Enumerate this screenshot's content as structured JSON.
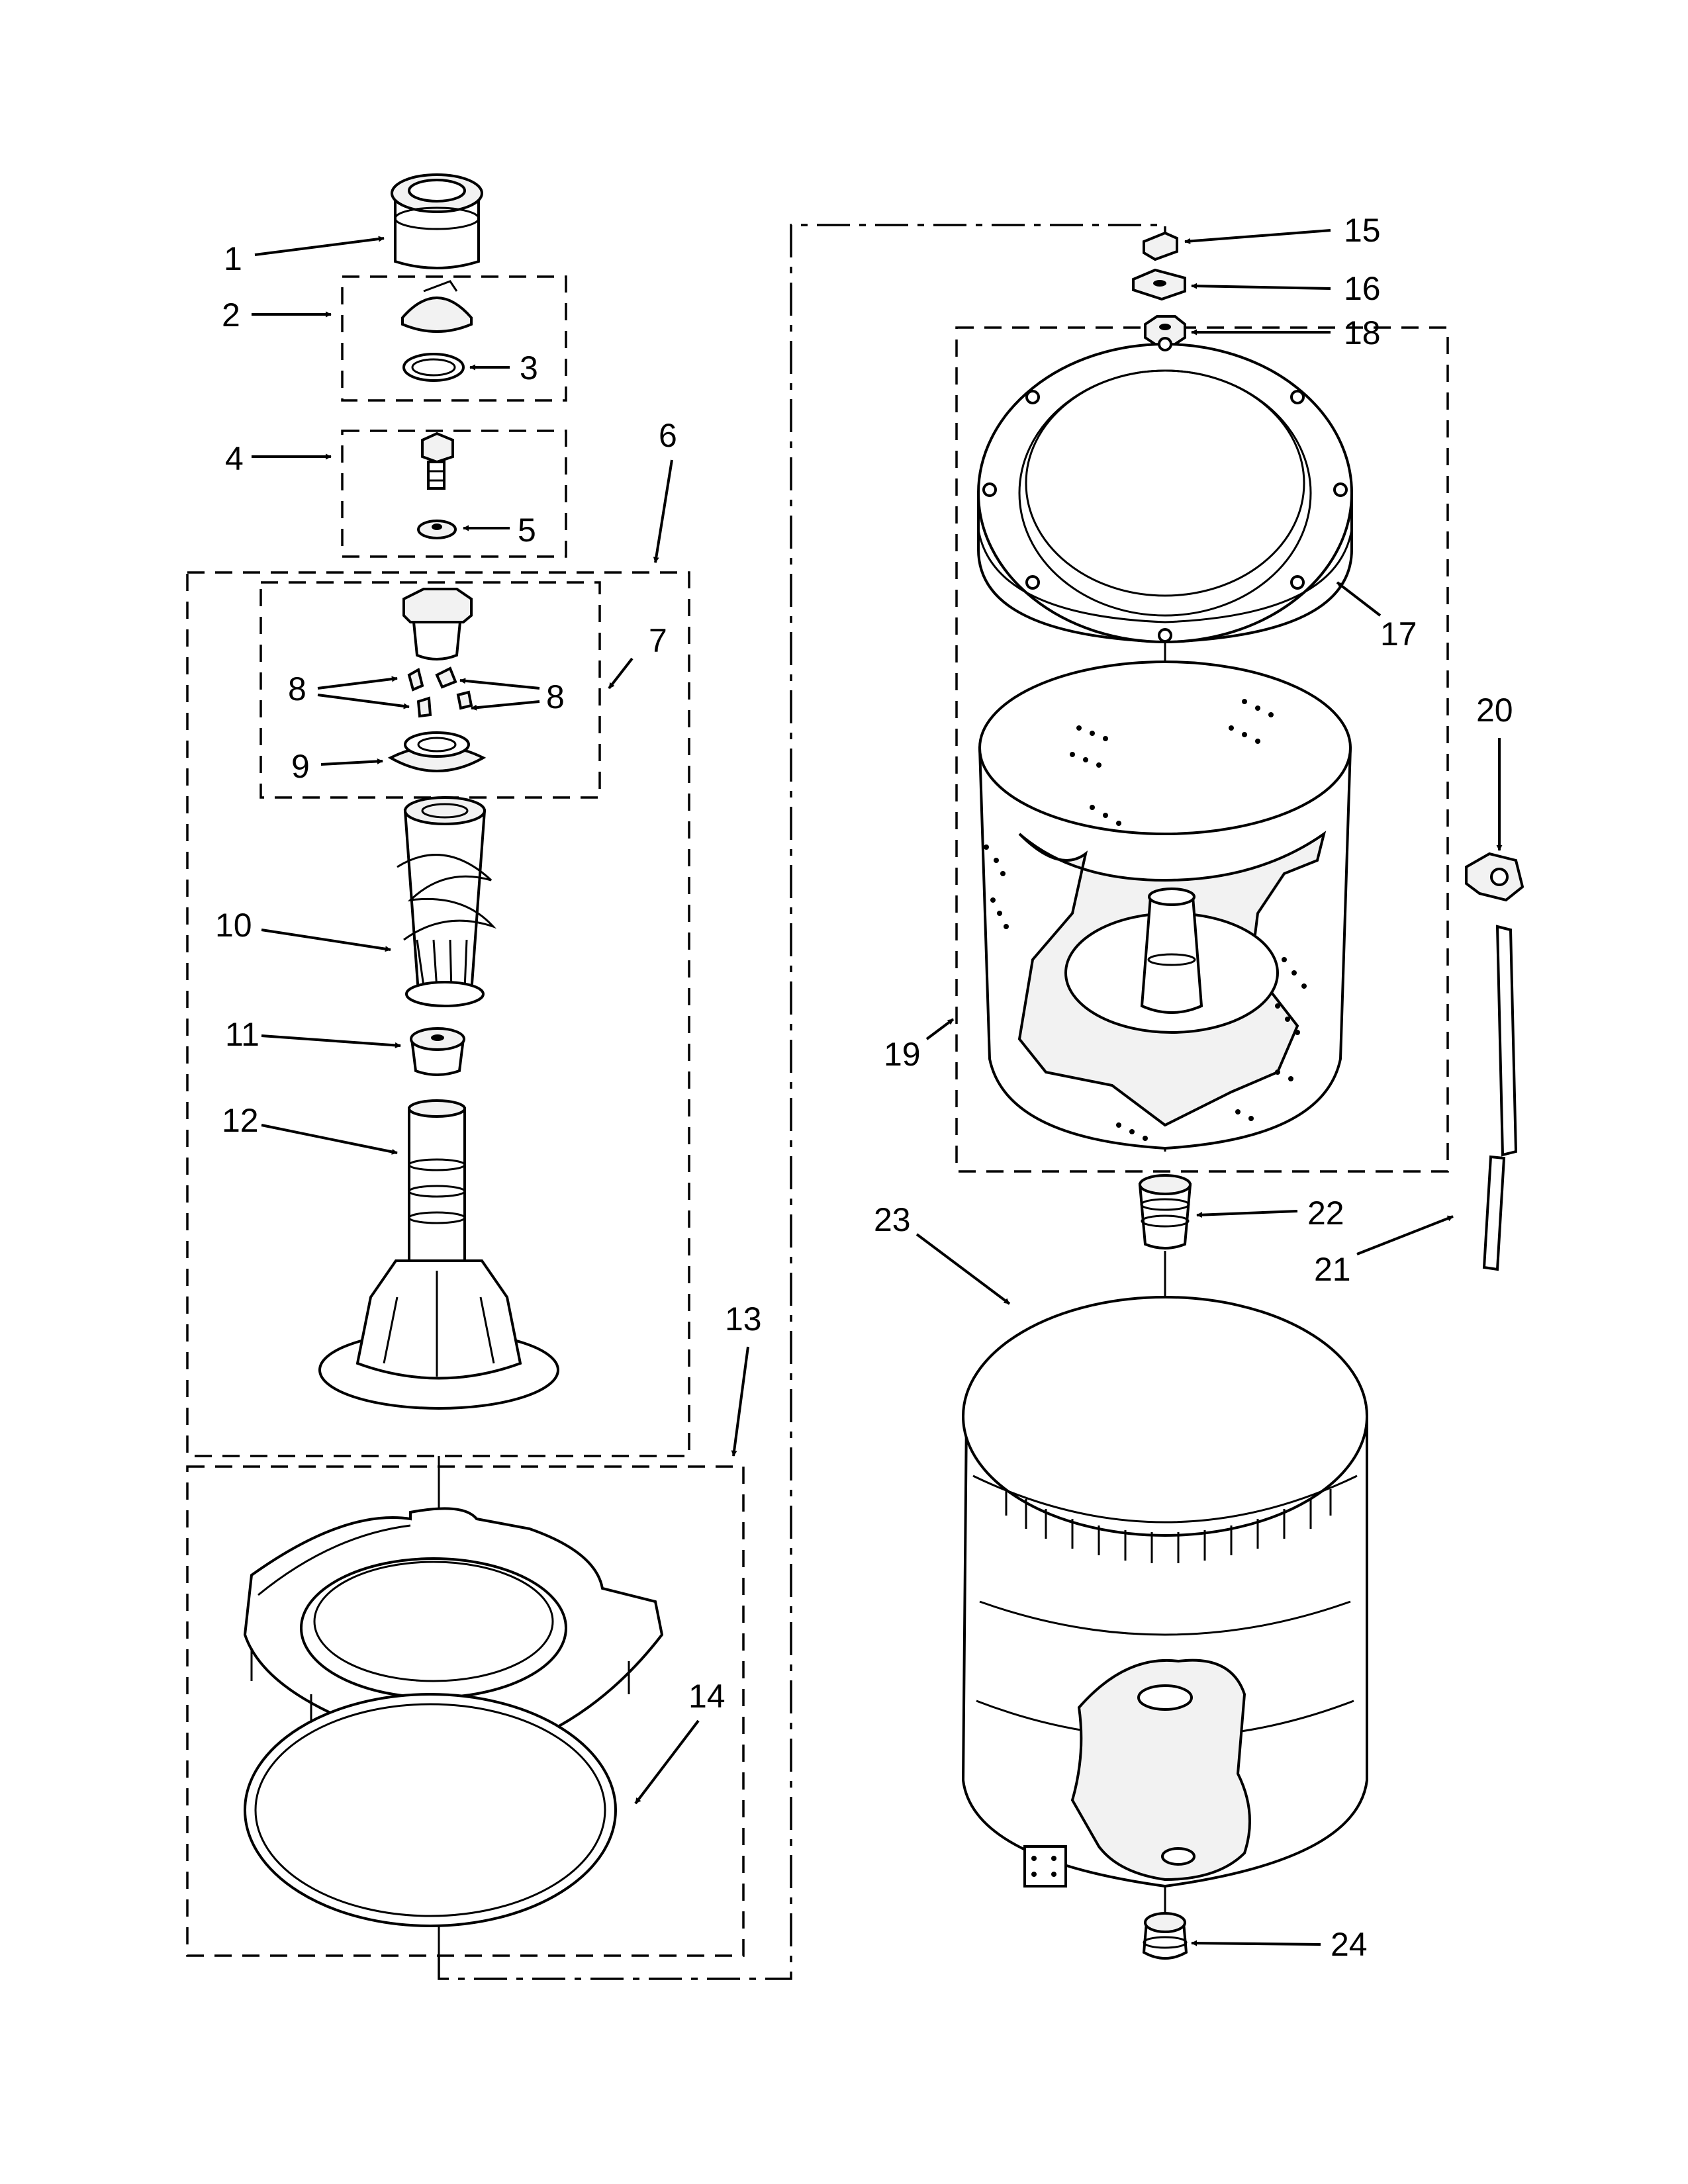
{
  "diagram": {
    "labels": [
      "1",
      "2",
      "3",
      "4",
      "5",
      "6",
      "7",
      "8",
      "8",
      "9",
      "10",
      "11",
      "12",
      "13",
      "14",
      "15",
      "16",
      "18",
      "17",
      "20",
      "19",
      "22",
      "23",
      "21",
      "24"
    ],
    "colors": {
      "line": "#000000",
      "background": "#ffffff",
      "part_fill": "#f2f2f2"
    }
  }
}
